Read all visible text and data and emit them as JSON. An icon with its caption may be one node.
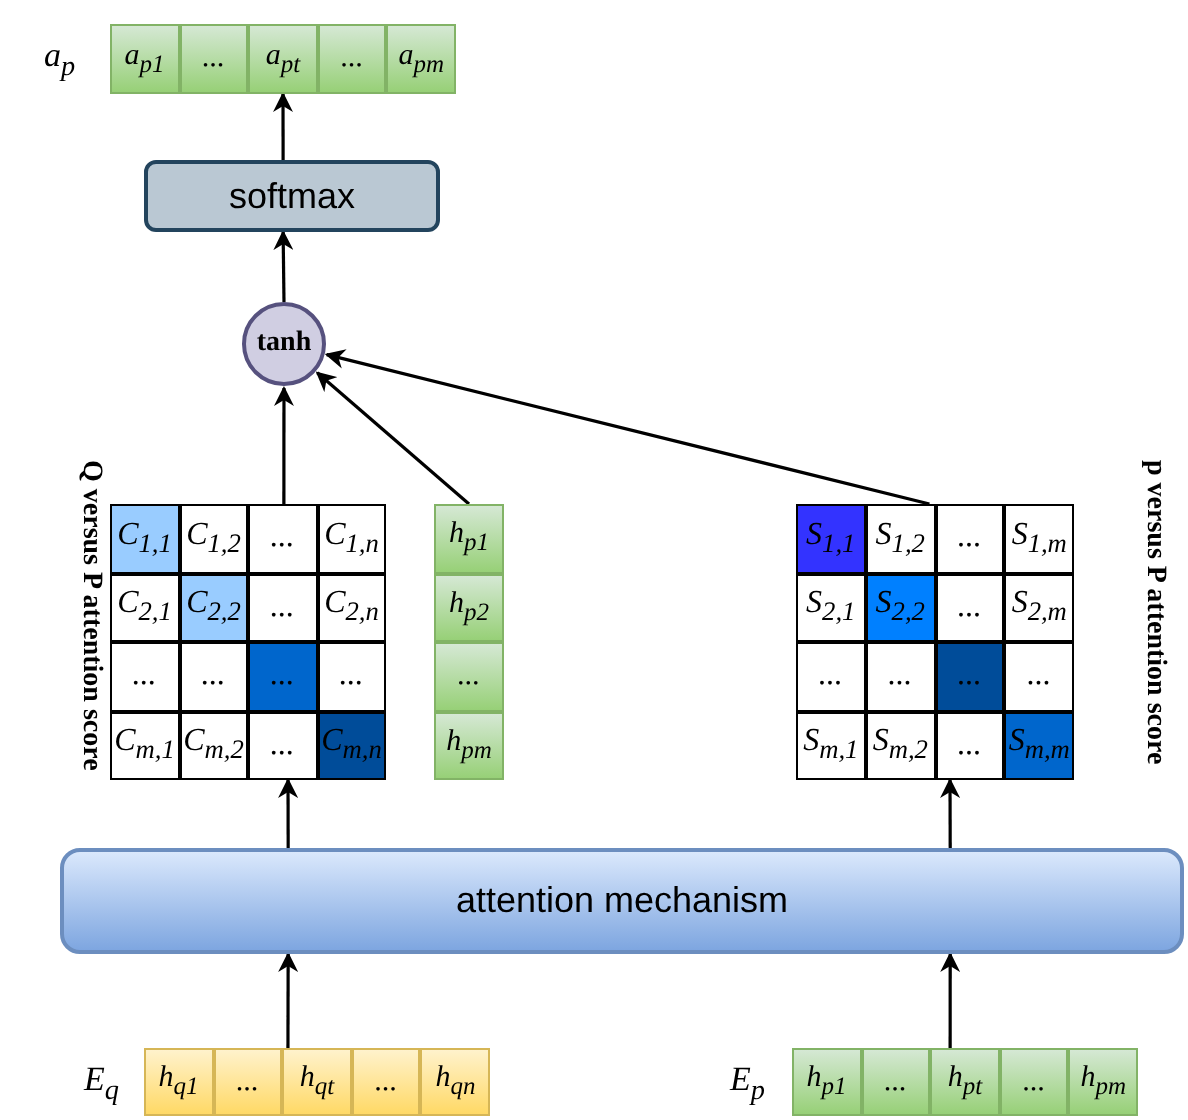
{
  "diagram": {
    "nodes": [
      {
        "text": [
          "a$_{p1}$",
          "...",
          "a$_{pt}$",
          "...",
          "a$_{pm}$"
        ],
        "beside": [
          "a$_{p}$"
        ]
      },
      {
        "text": [
          "softmax"
        ]
      },
      {
        "text": [
          "tanh"
        ]
      },
      {
        "text": [
          "C$_{1,1}$",
          "C$_{1,2}$",
          "...",
          "C$_{1,n}$",
          "C$_{2,1}$",
          "C$_{2,2}$",
          "...",
          "C$_{2,n}$",
          "...",
          "...",
          "...",
          "...",
          "C$_{m,1}$",
          "C$_{m,2}$",
          "...",
          "C$_{m,n}$"
        ],
        "beside": [
          "Q versus P attention score"
        ]
      },
      {
        "text": [
          "h$_{p1}$",
          "h$_{p2}$",
          "...",
          "h$_{pm}$"
        ]
      },
      {
        "text": [
          "S$_{1,1}$",
          "S$_{1,2}$",
          "...",
          "S$_{1,m}$",
          "S$_{2,1}$",
          "S$_{2,2}$",
          "...",
          "S$_{2,m}$",
          "...",
          "...",
          "...",
          "...",
          "S$_{m,1}$",
          "S$_{m,2}$",
          "...",
          "S$_{m,m}$"
        ],
        "beside": [
          "p versus P attention score"
        ]
      },
      {
        "text": [
          "attention mechanism"
        ]
      },
      {
        "text": [
          "h$_{q1}$",
          "...",
          "h$_{qt}$",
          "...",
          "h$_{qn}$"
        ],
        "beside": [
          "E$_{q}$"
        ]
      },
      {
        "text": [
          "h$_{p1}$",
          "...",
          "h$_{pt}$",
          "...",
          "h$_{pm}$"
        ],
        "beside": [
          "E$_{p}$"
        ]
      }
    ],
    "edges": [
      {
        "from": 1,
        "to": 0,
        "arrow": "to"
      },
      {
        "from": 2,
        "to": 1,
        "arrow": "to"
      },
      {
        "from": 3,
        "to": 2,
        "arrow": "to"
      },
      {
        "from": 4,
        "to": 2,
        "arrow": "to"
      },
      {
        "from": 5,
        "to": 2,
        "arrow": "to"
      },
      {
        "from": 6,
        "to": 3,
        "arrow": "to"
      },
      {
        "from": 6,
        "to": 5,
        "arrow": "to"
      },
      {
        "from": 7,
        "to": 6,
        "arrow": "to"
      },
      {
        "from": 8,
        "to": 6,
        "arrow": "to"
      }
    ]
  }
}
